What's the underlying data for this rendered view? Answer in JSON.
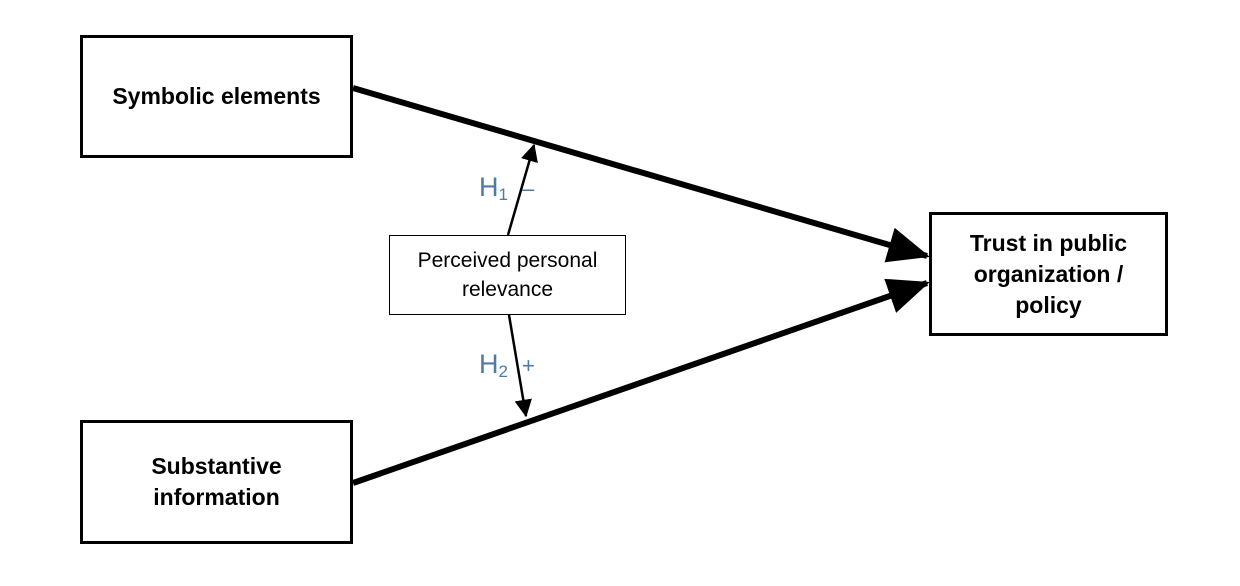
{
  "nodes": {
    "symbolic": {
      "label": "Symbolic elements"
    },
    "substantive": {
      "label_lines": [
        "Substantive",
        "information"
      ]
    },
    "trust": {
      "label_lines": [
        "Trust in public",
        "organization /",
        "policy"
      ]
    },
    "relevance": {
      "label_lines": [
        "Perceived personal",
        "relevance"
      ]
    }
  },
  "hypotheses": {
    "h1": {
      "letter": "H",
      "index": "1",
      "sign": "–"
    },
    "h2": {
      "letter": "H",
      "index": "2",
      "sign": "+"
    }
  },
  "colors": {
    "lines": "#000000",
    "hypothesis_labels": "#4d7aa6"
  }
}
